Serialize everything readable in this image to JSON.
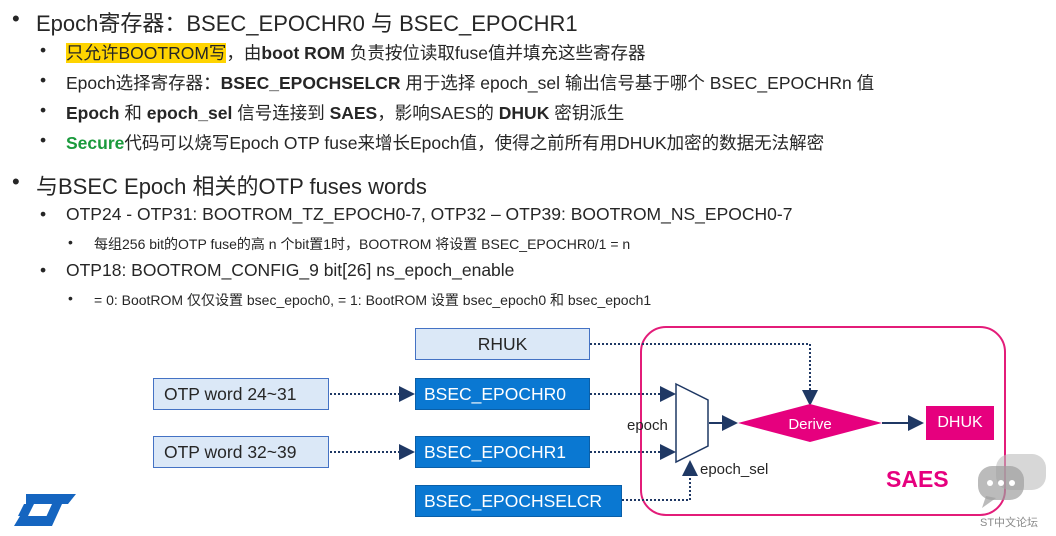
{
  "colors": {
    "accent": "#e6007e",
    "blue": "#0a78d2",
    "light_fill": "#dbe8f7",
    "highlight": "#ffd400",
    "green": "#1a9a3c"
  },
  "bullets": {
    "b1": {
      "text": "Epoch寄存器：BSEC_EPOCHR0 与 BSEC_EPOCHR1"
    },
    "b1_1": {
      "hl": "只允许BOOTROM写",
      "t1": "，由",
      "b1": "boot ROM",
      "t2": " 负责按位读取fuse值并填充这些寄存器"
    },
    "b1_2": {
      "t1": "Epoch选择寄存器：",
      "b1": "BSEC_EPOCHSELCR",
      "t2": " 用于选择 epoch_sel 输出信号基于哪个 BSEC_EPOCHRn 值"
    },
    "b1_3": {
      "b1": "Epoch",
      "t1": " 和 ",
      "b2": "epoch_sel",
      "t2": " 信号连接到 ",
      "b3": "SAES",
      "t3": "，影响SAES的 ",
      "b4": "DHUK",
      "t4": " 密钥派生"
    },
    "b1_4": {
      "g": "Secure",
      "t1": "代码可以烧写Epoch OTP fuse来增长Epoch值，使得之前所有用DHUK加密的数据无法解密"
    },
    "b2": {
      "text": "与BSEC Epoch 相关的OTP fuses words"
    },
    "b2_1": {
      "text": "OTP24 - OTP31: BOOTROM_TZ_EPOCH0-7, OTP32 – OTP39: BOOTROM_NS_EPOCH0-7"
    },
    "b2_1_1": {
      "text": "每组256 bit的OTP fuse的高 n 个bit置1时，BOOTROM 将设置 BSEC_EPOCHR0/1 = n"
    },
    "b2_2": {
      "text": "OTP18: BOOTROM_CONFIG_9 bit[26] ns_epoch_enable"
    },
    "b2_2_1": {
      "text": "= 0: BootROM 仅仅设置 bsec_epoch0, = 1: BootROM 设置 bsec_epoch0 和 bsec_epoch1"
    }
  },
  "diagram": {
    "rhuk": "RHUK",
    "otp1": "OTP word 24~31",
    "otp2": "OTP word 32~39",
    "reg0": "BSEC_EPOCHR0",
    "reg1": "BSEC_EPOCHR1",
    "sel": "BSEC_EPOCHSELCR",
    "epoch": "epoch",
    "epoch_sel": "epoch_sel",
    "derive": "Derive",
    "dhuk": "DHUK",
    "saes": "SAES"
  },
  "logo": "ST",
  "watermark": "ST中文论坛"
}
